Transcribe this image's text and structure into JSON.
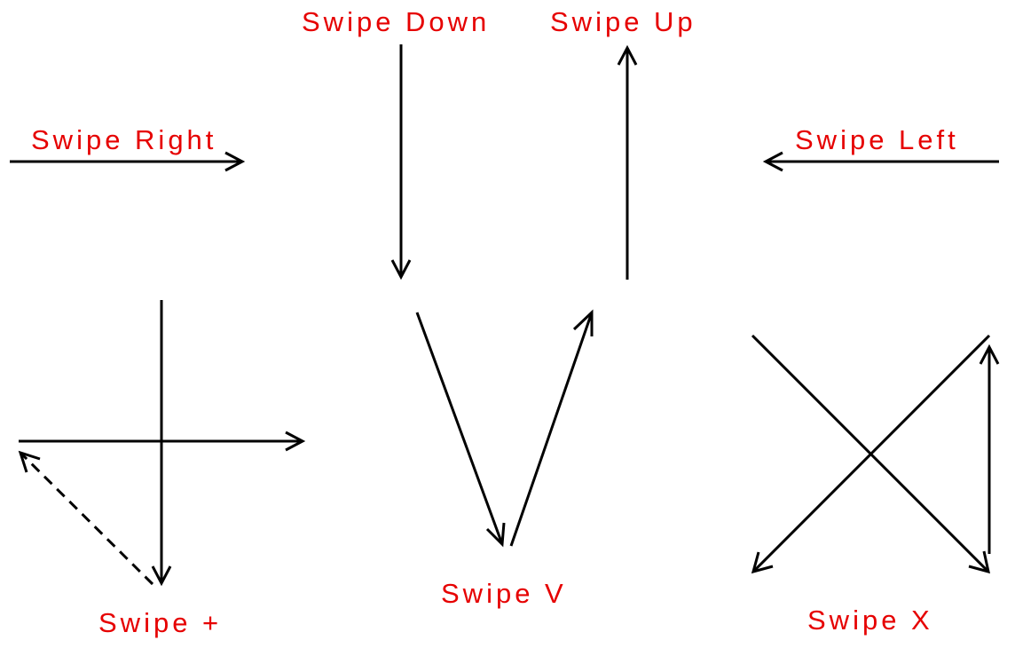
{
  "colors": {
    "label": "#e60000",
    "stroke": "#000000"
  },
  "gestures": {
    "swipe_down": {
      "label": "Swipe Down"
    },
    "swipe_up": {
      "label": "Swipe Up"
    },
    "swipe_right": {
      "label": "Swipe Right"
    },
    "swipe_left": {
      "label": "Swipe Left"
    },
    "swipe_plus": {
      "label": "Swipe +"
    },
    "swipe_v": {
      "label": "Swipe V"
    },
    "swipe_x": {
      "label": "Swipe X"
    }
  }
}
